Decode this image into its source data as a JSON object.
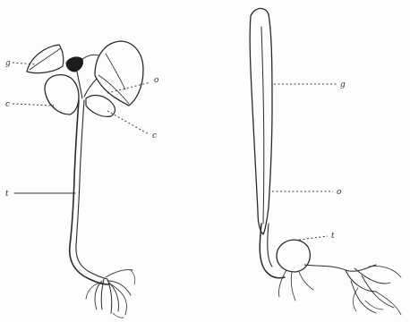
{
  "figure": {
    "seedling_left": {
      "labels": {
        "plumule": "g",
        "leaf": "o",
        "cotyledon_left": "c",
        "cotyledon_right": "c",
        "stem": "t"
      }
    },
    "seedling_right": {
      "labels": {
        "upper": "g",
        "middle": "o",
        "lower": "t"
      }
    }
  }
}
